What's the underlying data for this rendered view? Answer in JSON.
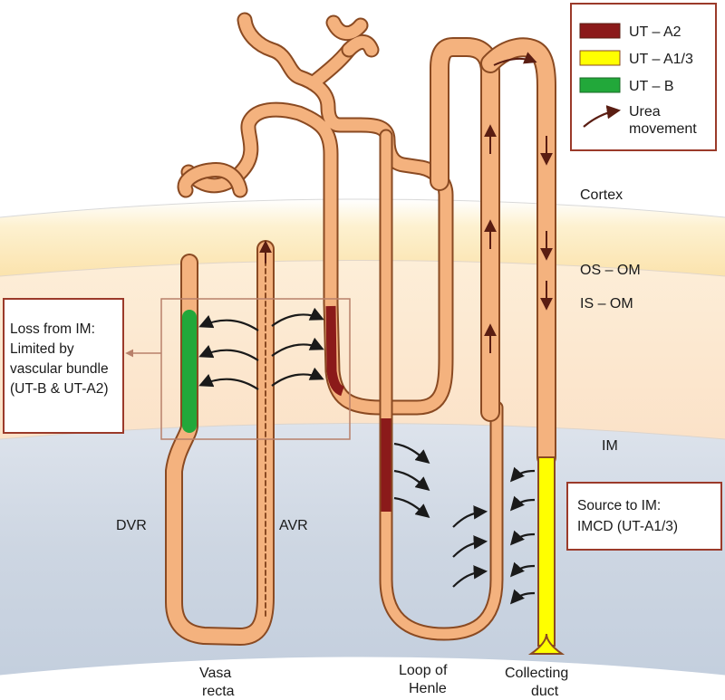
{
  "legend": {
    "items": [
      {
        "label": "UT – A2",
        "color": "#8b1a1a"
      },
      {
        "label": "UT – A1/3",
        "color": "#ffff00"
      },
      {
        "label": "UT – B",
        "color": "#22a83a"
      }
    ],
    "arrow_label_line1": "Urea",
    "arrow_label_line2": "movement",
    "border_color": "#9b3a2a"
  },
  "zones": {
    "cortex": "Cortex",
    "os_om": "OS – OM",
    "is_om": "IS – OM",
    "im": "IM"
  },
  "structures": {
    "dvr": "DVR",
    "avr": "AVR",
    "vasa_recta_line1": "Vasa",
    "vasa_recta_line2": "recta",
    "loop_line1": "Loop of",
    "loop_line2": "Henle",
    "duct_line1": "Collecting",
    "duct_line2": "duct"
  },
  "callouts": {
    "loss": {
      "line1": "Loss from IM:",
      "line2": "Limited by",
      "line3": "vascular bundle",
      "line4": "(UT-B & UT-A2)"
    },
    "source": {
      "line1": "Source to IM:",
      "line2": "IMCD (UT-A1/3)"
    }
  },
  "colors": {
    "tubule": "#f4b27e",
    "tubule_outline": "#8a4a22",
    "cortex_band": "#fbe6b0",
    "outer_medulla": "#fce7cf",
    "inner_medulla": "#c9d3e0"
  }
}
